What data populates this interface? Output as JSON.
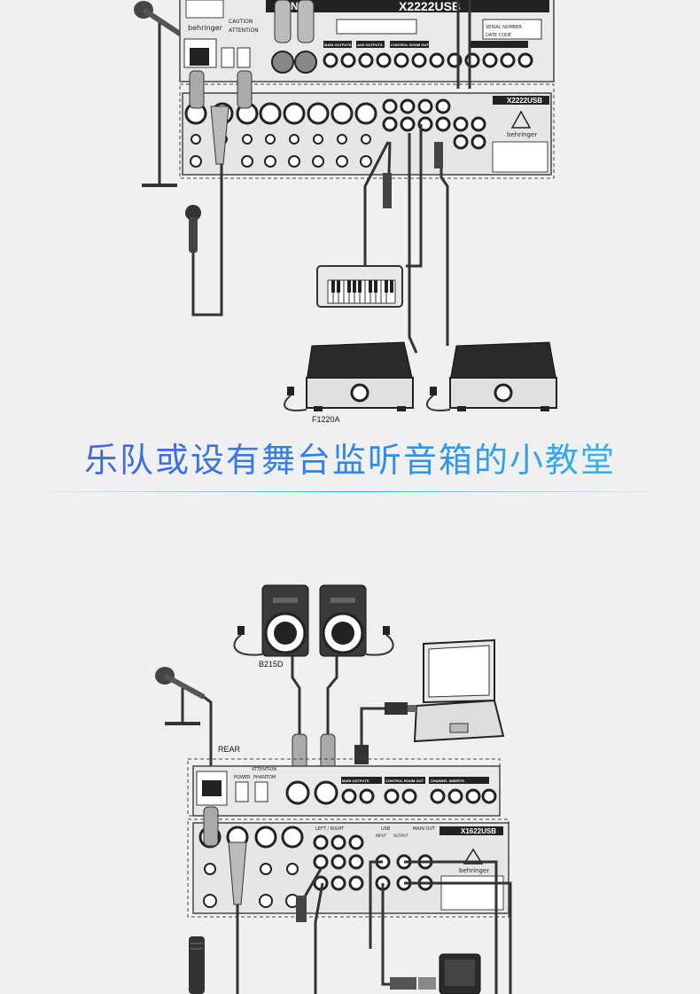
{
  "heading": {
    "text": "乐队或设有舞台监听音箱的小教堂"
  },
  "top_diagram": {
    "mixer_model": "X2222USB",
    "mixer_brand": "behringer",
    "mixer_series": "XENYX",
    "mixer_panel_label": "X2222USB",
    "monitor_model": "F1220A",
    "panel_words": [
      "CAUTION",
      "ATTENTION",
      "MAIN OUTPUTS",
      "AUX OUTPUTS",
      "CONTROL ROOM OUT",
      "SERIAL NUMBER",
      "DATE CODE"
    ]
  },
  "bottom_diagram": {
    "speaker_model": "B215D",
    "rear_label": "REAR",
    "mixer_model": "X1622USB",
    "mixer_brand": "behringer",
    "panel_words": [
      "ATTENTION",
      "POWER",
      "PHANTOM",
      "MAIN OUTPUTS",
      "CONTROL ROOM OUT",
      "CHANNEL INSERTS",
      "LEFT / RIGHT",
      "USB",
      "MAIN OUT",
      "INPUT",
      "OUTPUT"
    ]
  }
}
